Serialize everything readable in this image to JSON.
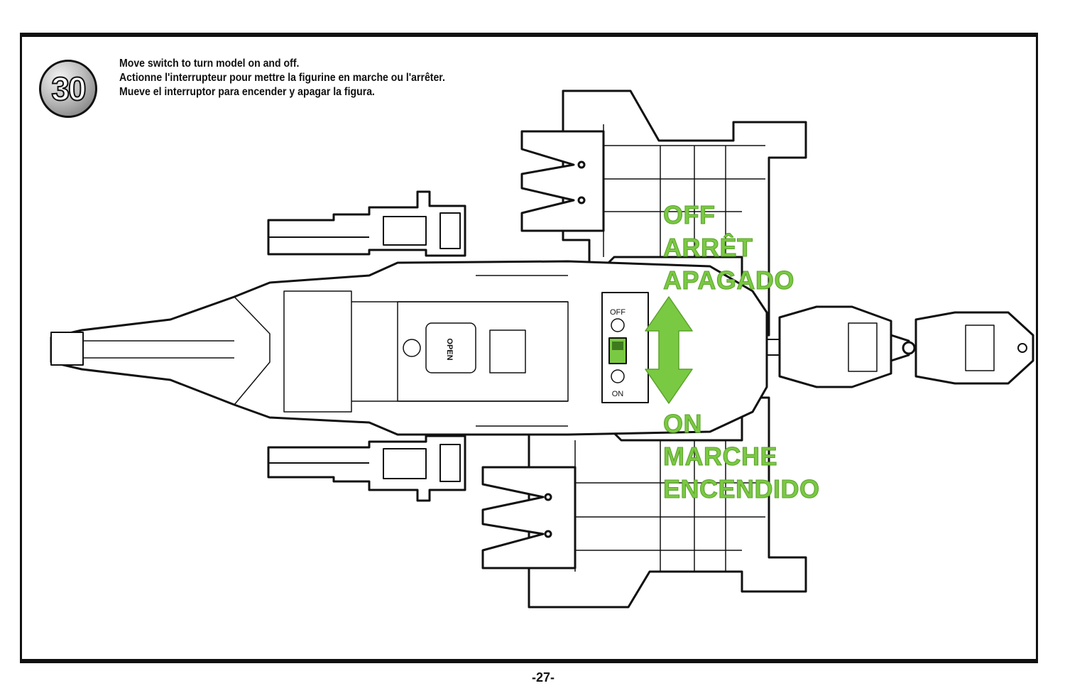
{
  "step": {
    "number": "30"
  },
  "instructions": [
    "Move switch to turn model on and off.",
    "Actionne l'interrupteur pour mettre la figurine en marche ou l'arrêter.",
    "Mueve el interruptor para encender y apagar la figura."
  ],
  "switch_panel": {
    "off": "OFF",
    "on": "ON",
    "open": "OPEN"
  },
  "labels": {
    "off": [
      "OFF",
      "ARRÊT",
      "APAGADO"
    ],
    "on": [
      "ON",
      "MARCHE",
      "ENCENDIDO"
    ]
  },
  "page": {
    "number": "-27-"
  },
  "colors": {
    "accent_green": "#7ac943",
    "line": "#111111"
  }
}
